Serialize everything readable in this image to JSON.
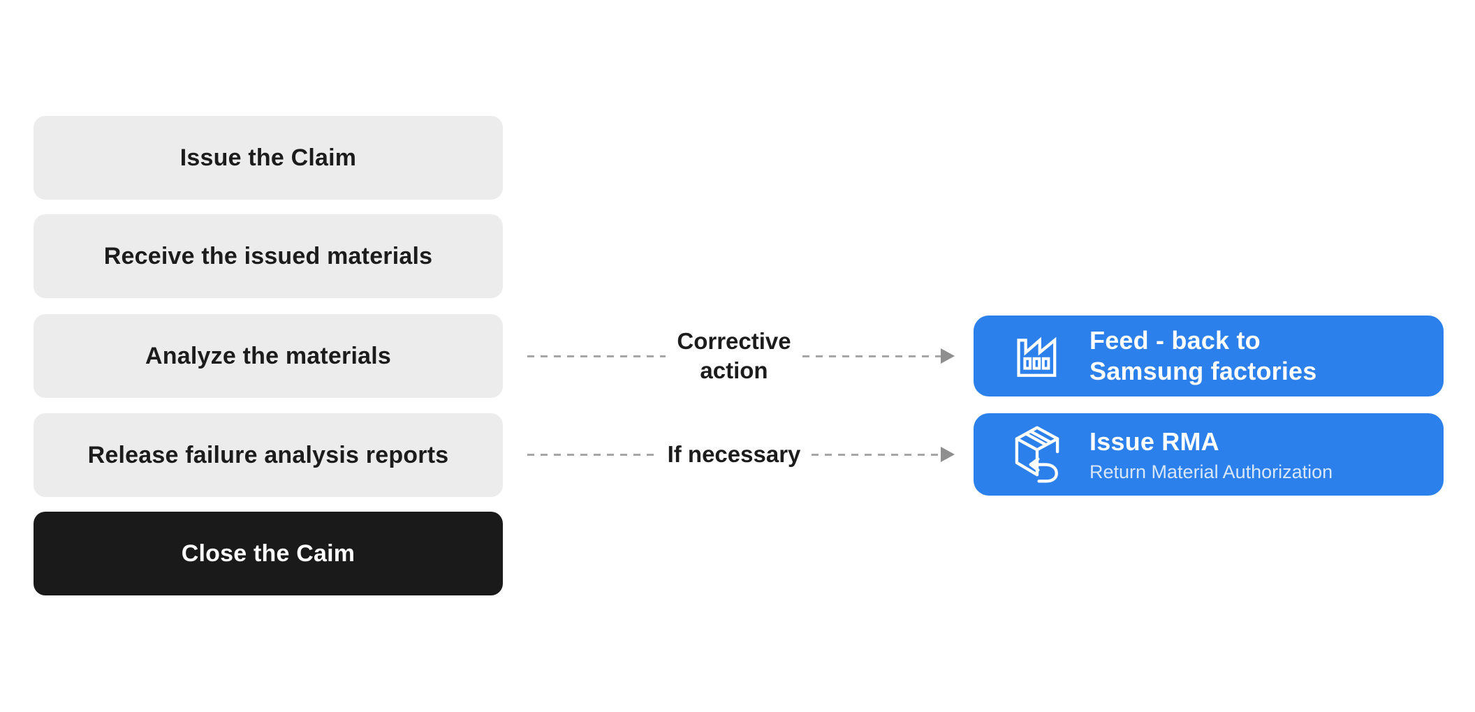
{
  "colors": {
    "canvas_bg": "#FFFFFF",
    "step_bg": "#ECECEC",
    "step_text": "#1C1C1C",
    "final_step_bg": "#1A1A1A",
    "final_step_text": "#FFFFFF",
    "accent_blue": "#2B80EB",
    "outcome_text": "#FFFFFF",
    "outcome_subtext": "#D8E6FA",
    "connector_line": "#A6A6A6",
    "connector_arrow": "#8F8F8F",
    "connector_text": "#1C1C1C"
  },
  "process": {
    "steps": [
      {
        "label": "Issue the Claim"
      },
      {
        "label": "Receive the issued materials"
      },
      {
        "label": "Analyze the materials"
      },
      {
        "label": "Release failure analysis reports"
      },
      {
        "label": "Close the Caim"
      }
    ]
  },
  "connectors": [
    {
      "lines": [
        "Corrective",
        "action"
      ]
    },
    {
      "lines": [
        "If necessary"
      ]
    }
  ],
  "outcomes": [
    {
      "icon": "factory-icon",
      "title_lines": [
        "Feed - back to",
        "Samsung factories"
      ]
    },
    {
      "icon": "package-return-icon",
      "title_lines": [
        "Issue RMA"
      ],
      "subtitle": "Return Material Authorization"
    }
  ]
}
